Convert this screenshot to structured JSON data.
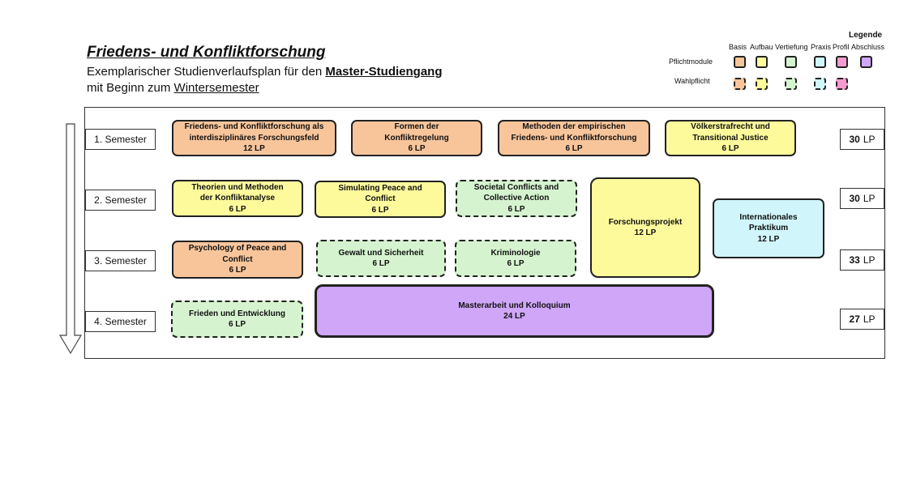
{
  "header": {
    "title": "Friedens- und Konfliktforschung",
    "sub1_a": "Exemplarischer Studienverlaufsplan für den ",
    "sub1_b": "Master-Studiengang",
    "sub2_a": "mit Beginn zum ",
    "sub2_b": "Wintersemester"
  },
  "legend": {
    "title": "Legende",
    "columns": [
      "Basis",
      "Aufbau",
      "Vertiefung",
      "Praxis",
      "Profil",
      "Abschluss"
    ],
    "row_pflicht": "Pflichtmodule",
    "row_wahl": "Wahlpflicht",
    "colors": {
      "basis": "#f8c59b",
      "aufbau": "#fdfa9c",
      "vertiefung": "#d5f3cf",
      "praxis": "#d0f5fa",
      "profil": "#f49bd0",
      "abschluss": "#cfa6f8"
    }
  },
  "semesters": [
    {
      "label": "1. Semester",
      "lp": "30",
      "unit": "LP"
    },
    {
      "label": "2. Semester",
      "lp": "30",
      "unit": "LP"
    },
    {
      "label": "3. Semester",
      "lp": "33",
      "unit": "LP"
    },
    {
      "label": "4. Semester",
      "lp": "27",
      "unit": "LP"
    }
  ],
  "modules": {
    "m1": {
      "line1": "Friedens- und Konfliktforschung als",
      "line2": "interdisziplinäres Forschungsfeld",
      "lp": "12 LP"
    },
    "m2": {
      "line1": "Formen der",
      "line2": "Konfliktregelung",
      "lp": "6 LP"
    },
    "m3": {
      "line1": "Methoden der empirischen",
      "line2": "Friedens- und Konfliktforschung",
      "lp": "6 LP"
    },
    "m4": {
      "line1": "Völkerstrafrecht und",
      "line2": "Transitional Justice",
      "lp": "6 LP"
    },
    "m5": {
      "line1": "Theorien und Methoden",
      "line2": "der Konfliktanalyse",
      "lp": "6 LP"
    },
    "m6": {
      "line1": "Simulating Peace and",
      "line2": "Conflict",
      "lp": "6 LP"
    },
    "m7": {
      "line1": "Societal Conflicts and",
      "line2": "Collective Action",
      "lp": "6 LP"
    },
    "m8": {
      "line1": "Forschungsprojekt",
      "lp": "12 LP"
    },
    "m9": {
      "line1": "Internationales",
      "line2": "Praktikum",
      "lp": "12 LP"
    },
    "m10": {
      "line1": "Psychology of Peace and",
      "line2": "Conflict",
      "lp": "6 LP"
    },
    "m11": {
      "line1": "Gewalt und Sicherheit",
      "lp": "6 LP"
    },
    "m12": {
      "line1": "Kriminologie",
      "lp": "6 LP"
    },
    "m13": {
      "line1": "Frieden und Entwicklung",
      "lp": "6 LP"
    },
    "m14": {
      "line1": "Masterarbeit und Kolloquium",
      "lp": "24 LP"
    }
  }
}
